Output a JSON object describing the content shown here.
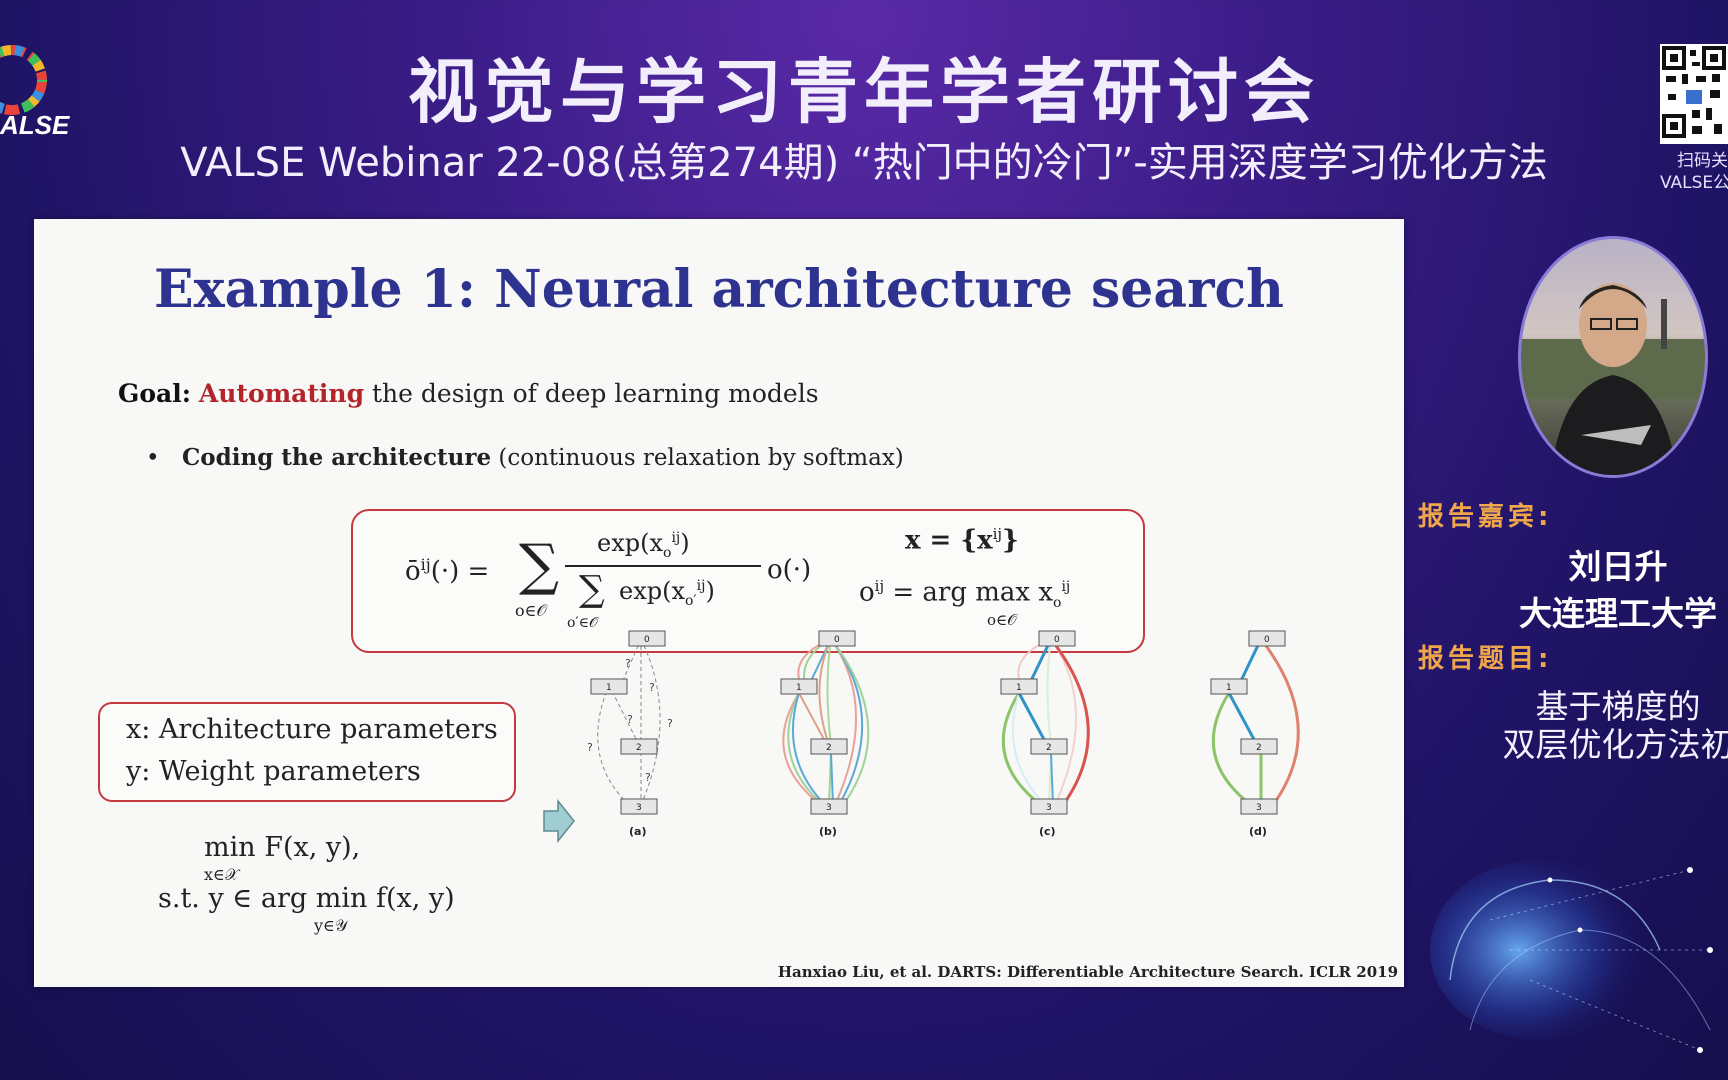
{
  "header": {
    "title": "视觉与学习青年学者研讨会",
    "subtitle": "VALSE Webinar 22-08(总第274期) “热门中的冷门”-实用深度学习优化方法"
  },
  "logo": {
    "text": "ALSE"
  },
  "qr": {
    "label_line1": "扫码关",
    "label_line2": "VALSE公"
  },
  "slide": {
    "title": "Example 1: Neural architecture search",
    "goal_label": "Goal:",
    "goal_highlight": "Automating",
    "goal_rest": "the design of deep learning models",
    "bullet_marker": "•",
    "bullet_bold": "Coding the architecture",
    "bullet_rest": "(continuous relaxation by softmax)",
    "param_x": "x:  Architecture parameters",
    "param_y": "y:  Weight parameters",
    "diagram_labels": [
      "(a)",
      "(b)",
      "(c)",
      "(d)"
    ],
    "node_labels": [
      "0",
      "1",
      "2",
      "3"
    ],
    "edge_question": "?",
    "citation": "Hanxiao Liu, et al. DARTS: Differentiable Architecture Search. ICLR 2019"
  },
  "formula": {
    "lhs": "ō",
    "sup_ij": "ij",
    "paren_dot": "(·) =",
    "sum": "∑",
    "sum_sub": "o∈𝒪",
    "numerator": "exp(x",
    "num_sub": "o",
    "close": ")",
    "denominator": "exp(x",
    "den_sum_sub": "o′∈𝒪",
    "den_sub": "o′",
    "op": "o(·)",
    "x_eq": "x = {x",
    "x_close": "}",
    "o_eq": "o",
    "argmax": "= arg max x",
    "argmax_sub": "o∈𝒪",
    "xo_sub": "o"
  },
  "optimization": {
    "line1_min": "min",
    "line1_sub": "x∈𝒳",
    "line1_expr": "F(x, y),",
    "line2_prefix": "s.t.  y ∈ arg min",
    "line2_sub": "y∈𝒴",
    "line2_expr": "f(x, y)"
  },
  "speaker": {
    "label": "报告嘉宾:",
    "name": "刘日升",
    "affiliation": "大连理工大学",
    "topic_label": "报告题目:",
    "topic_line1": "基于梯度的",
    "topic_line2": "双层优化方法初"
  },
  "colors": {
    "title_blue": "#2e3390",
    "accent_red": "#b3252a",
    "label_orange": "#f0a64a",
    "bg_purple": "#3a1c86"
  }
}
